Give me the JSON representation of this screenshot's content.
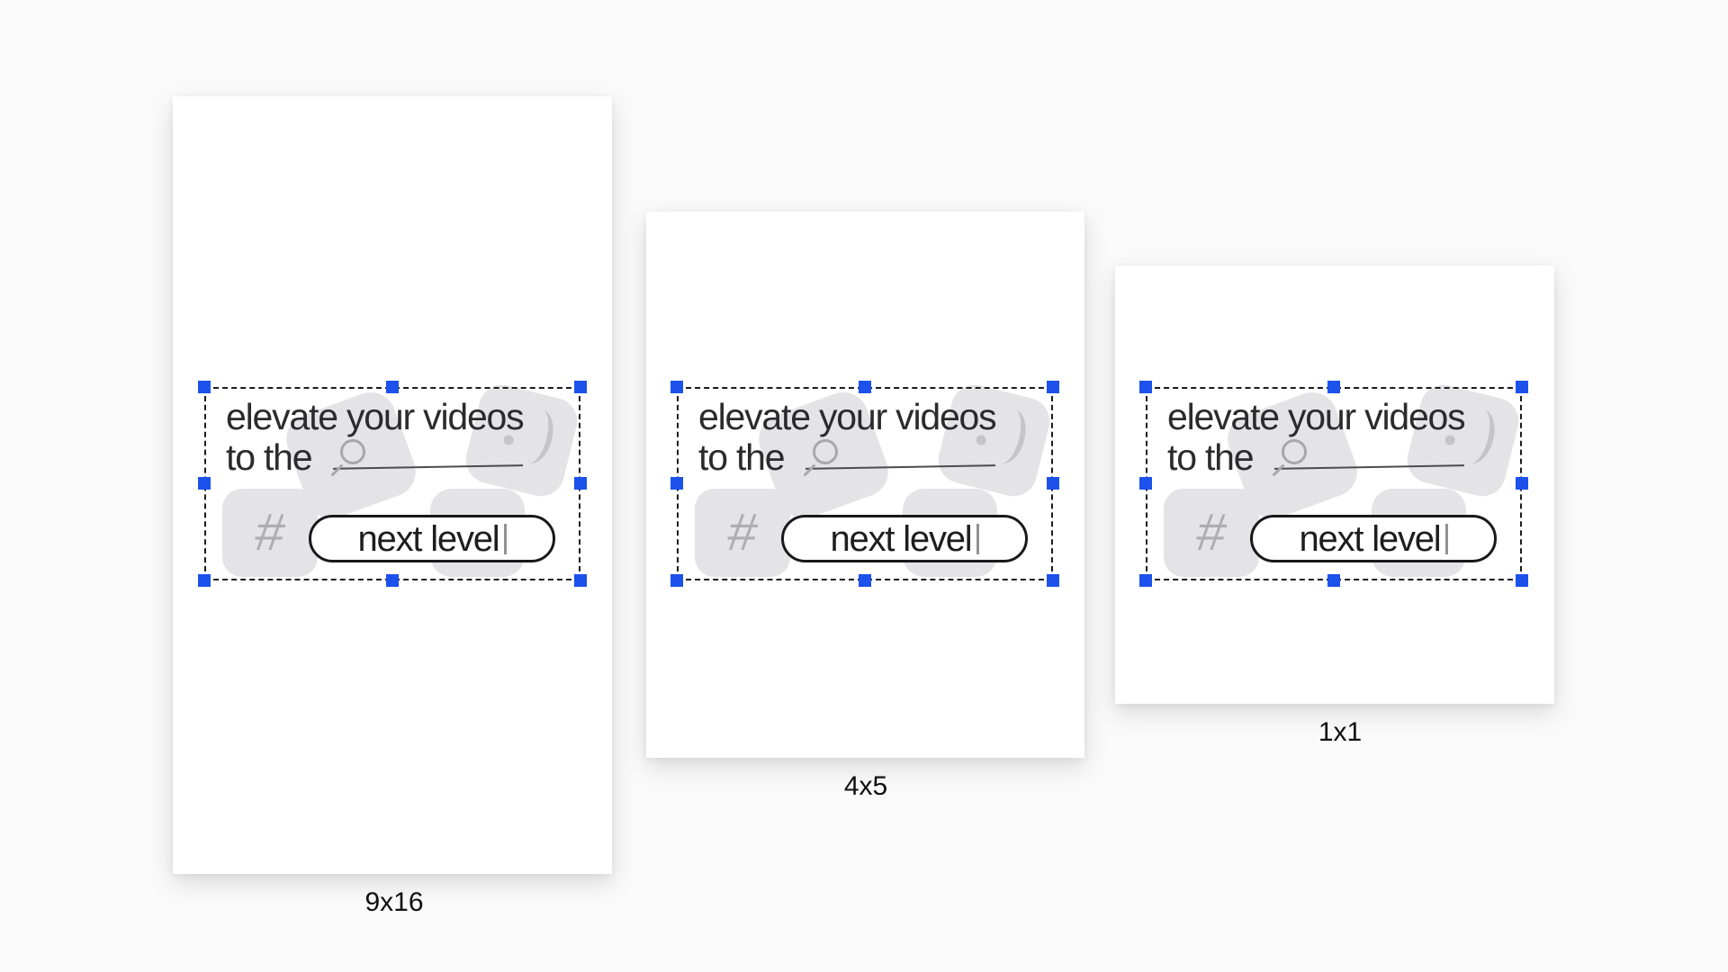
{
  "design": {
    "headline_line1": "elevate your videos",
    "headline_line2": "to the",
    "button_label": "next level",
    "hashtag_glyph": "#"
  },
  "artboards": [
    {
      "label": "9x16"
    },
    {
      "label": "4x5"
    },
    {
      "label": "1x1"
    }
  ],
  "colors": {
    "selection_blue": "#1c52eb",
    "tile_gray": "#e4e4e6",
    "glyph_gray": "#aeaeb2",
    "headline_text": "#2b2b2e",
    "canvas_background": "#fafafa",
    "artboard_background": "#ffffff"
  },
  "icons": {
    "magnifier": "magnifier-icon",
    "wink": "wink-icon",
    "hashtag": "hashtag-icon"
  }
}
